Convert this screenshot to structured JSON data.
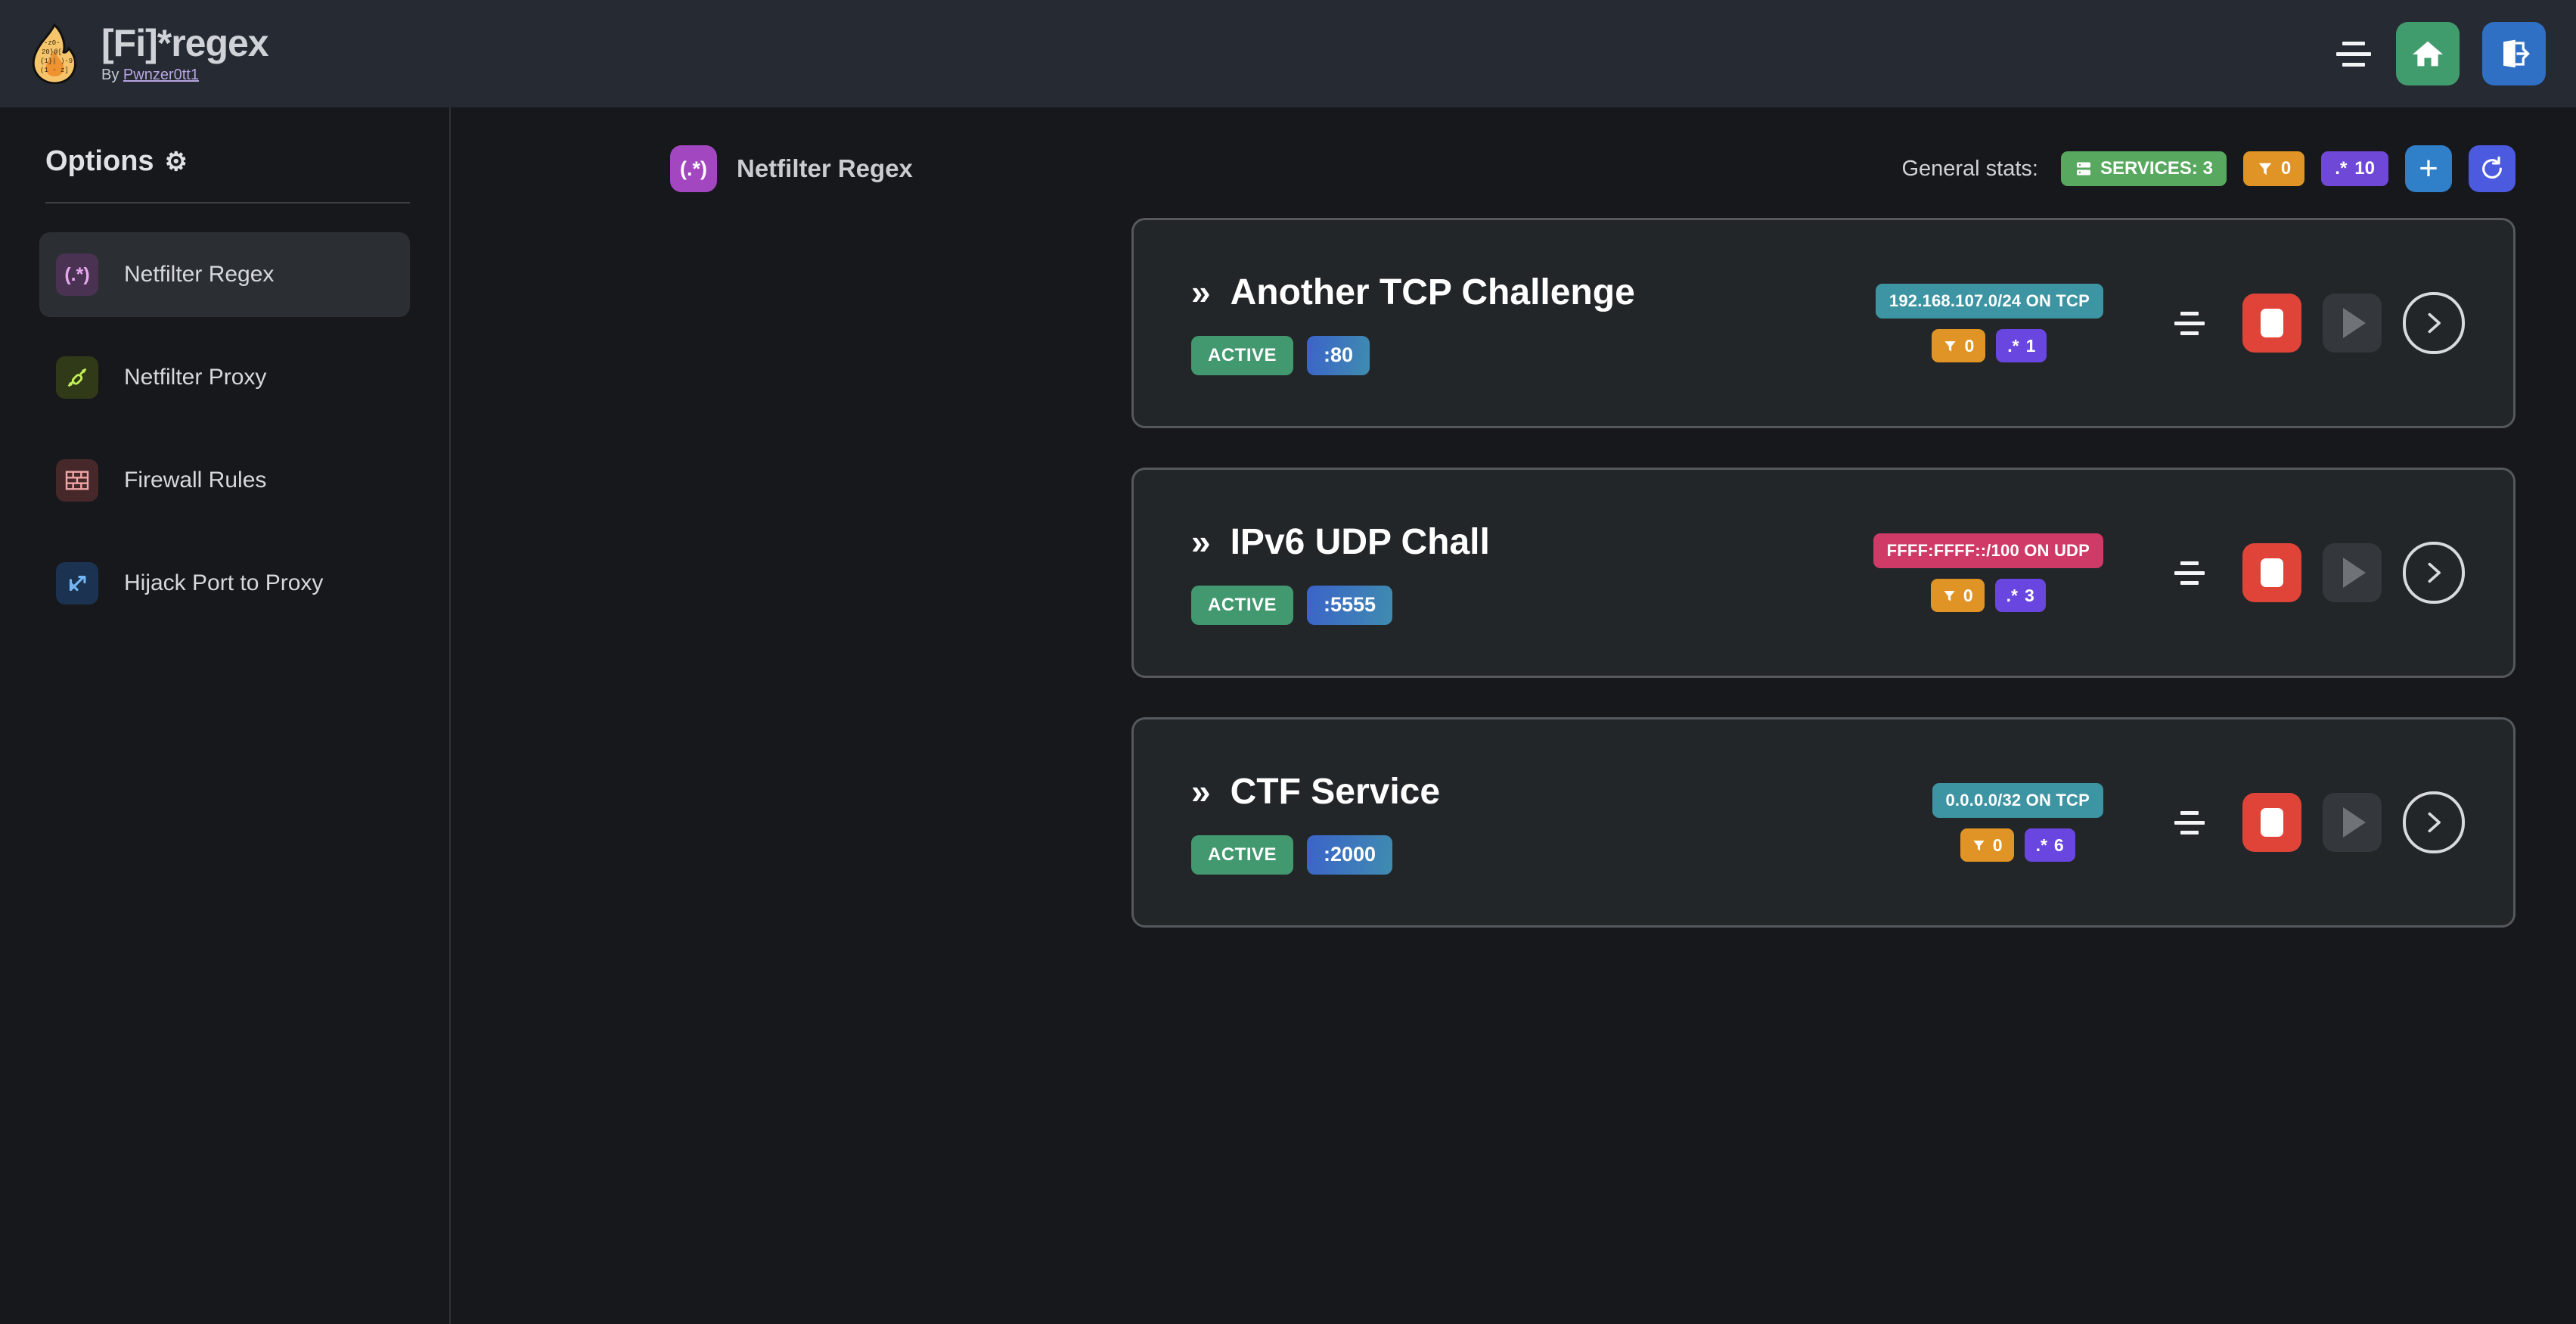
{
  "header": {
    "logo_icon": "flame-regex-logo",
    "title": "[Fi]*regex",
    "by_prefix": "By ",
    "author": "Pwnzer0tt1",
    "menu_icon": "menu-icon",
    "home_icon": "home-icon",
    "logout_icon": "logout-icon"
  },
  "sidebar": {
    "heading": "Options",
    "gear_icon": "⚙",
    "items": [
      {
        "label": "Netfilter Regex",
        "icon_glyph": "(.*)",
        "icon_name": "regex-icon",
        "active": true
      },
      {
        "label": "Netfilter Proxy",
        "icon_glyph": "⚯",
        "icon_name": "proxy-icon",
        "active": false
      },
      {
        "label": "Firewall Rules",
        "icon_glyph": "▦",
        "icon_name": "brick-wall-icon",
        "active": false
      },
      {
        "label": "Hijack Port to Proxy",
        "icon_glyph": "⤳",
        "icon_name": "fork-arrow-icon",
        "active": false
      }
    ]
  },
  "main": {
    "page_icon_glyph": "(.*)",
    "page_title": "Netfilter Regex",
    "stats_label": "General stats:",
    "stats": {
      "services_icon": "server-icon",
      "services_label": "SERVICES: 3",
      "filter_icon": "funnel-icon",
      "filter_count": "0",
      "regex_icon": ".*",
      "regex_count": "10"
    },
    "add_button": "+",
    "refresh_icon": "refresh-icon"
  },
  "services": [
    {
      "chevrons": "»",
      "name": "Another TCP Challenge",
      "status": "ACTIVE",
      "port": ":80",
      "network": "192.168.107.0/24 ON TCP",
      "network_type": "tcp",
      "filter_count": "0",
      "regex_count": "1",
      "menu_icon": "service-menu-icon",
      "stop_icon": "stop-icon",
      "play_icon": "play-icon",
      "detail_icon": "chevron-right-icon"
    },
    {
      "chevrons": "»",
      "name": "IPv6 UDP Chall",
      "status": "ACTIVE",
      "port": ":5555",
      "network": "FFFF:FFFF::/100 ON UDP",
      "network_type": "udp",
      "filter_count": "0",
      "regex_count": "3",
      "menu_icon": "service-menu-icon",
      "stop_icon": "stop-icon",
      "play_icon": "play-icon",
      "detail_icon": "chevron-right-icon"
    },
    {
      "chevrons": "»",
      "name": "CTF Service",
      "status": "ACTIVE",
      "port": ":2000",
      "network": "0.0.0.0/32 ON TCP",
      "network_type": "tcp",
      "filter_count": "0",
      "regex_count": "6",
      "menu_icon": "service-menu-icon",
      "stop_icon": "stop-icon",
      "play_icon": "play-icon",
      "detail_icon": "chevron-right-icon"
    }
  ],
  "colors": {
    "page_bg": "#16181b",
    "topbar_bg": "#252a33",
    "card_bg": "#232629",
    "card_border": "#55595e",
    "accent_green": "#419c6d",
    "accent_blue": "#2f6fc4",
    "status_green": "#42996f",
    "stop_red": "#e04438",
    "filter_orange": "#e09425",
    "regex_purple": "#6a46e0",
    "tcp_teal": "#3d94a2",
    "udp_pink": "#cf3a66"
  }
}
